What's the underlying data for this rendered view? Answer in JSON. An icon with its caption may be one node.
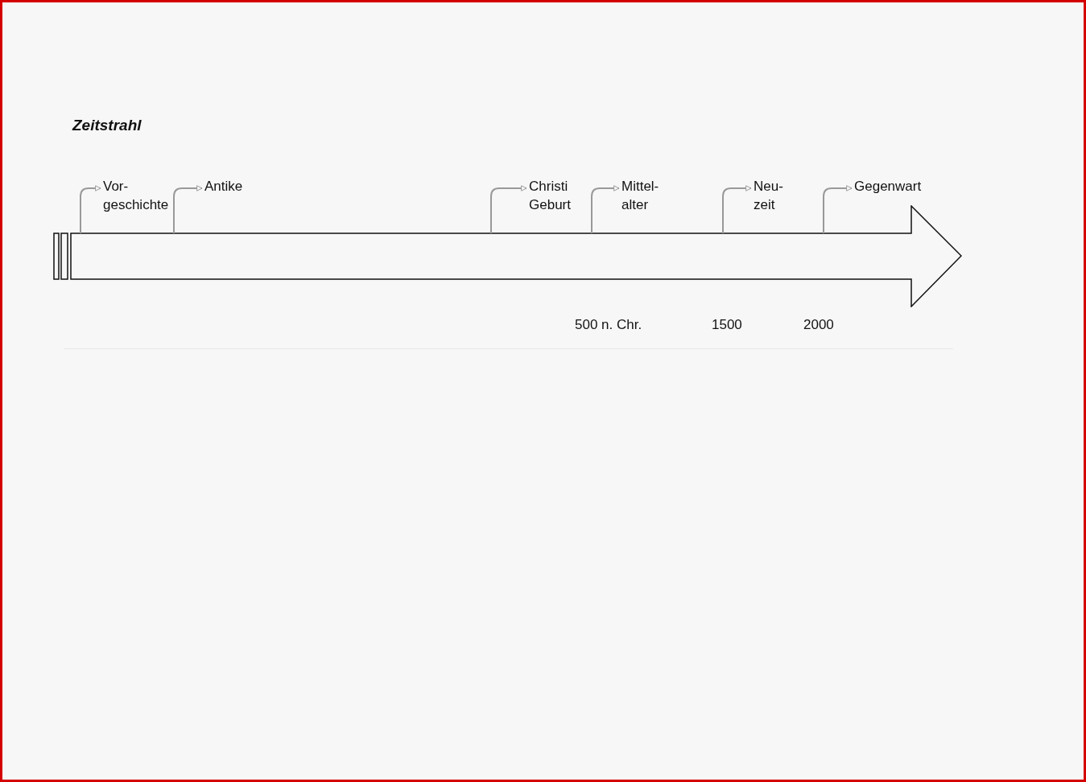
{
  "diagram": {
    "title": "Zeitstrahl",
    "nodes": [
      {
        "text": [],
        "shape": "arrow"
      },
      {
        "text": [
          "Vor- geschichte"
        ]
      },
      {
        "text": [
          "Antike"
        ]
      },
      {
        "text": [
          "Christi Geburt"
        ]
      },
      {
        "text": [
          "Mittel- alter"
        ]
      },
      {
        "text": [
          "Neu- zeit"
        ]
      },
      {
        "text": [
          "Gegenwart"
        ]
      }
    ],
    "edges": [
      {
        "from": 0,
        "to": 1,
        "arrow": "to"
      },
      {
        "from": 0,
        "to": 2,
        "arrow": "to"
      },
      {
        "from": 0,
        "to": 3,
        "arrow": "to"
      },
      {
        "from": 0,
        "to": 4,
        "arrow": "to"
      },
      {
        "from": 0,
        "to": 5,
        "arrow": "to"
      },
      {
        "from": 0,
        "to": 6,
        "arrow": "to"
      }
    ],
    "labels": [
      "500 n. Chr.",
      "1500",
      "2000"
    ]
  }
}
